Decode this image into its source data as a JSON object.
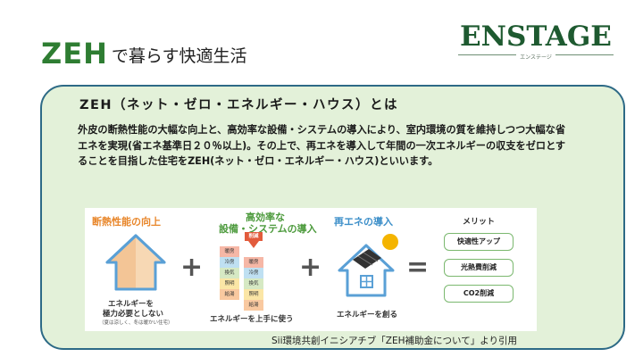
{
  "title": {
    "zeh": "ZEH",
    "rest": "で暮らす快適生活"
  },
  "logo": {
    "word": "ENSTAGE",
    "sub": "エンステージ"
  },
  "box": {
    "heading": "ZEH（ネット・ゼロ・エネルギー・ハウス）とは",
    "description": "外皮の断熱性能の大幅な向上と、高効率な設備・システムの導入により、室内環境の質を維持しつつ大幅な省エネを実現(省エネ基準日２０％以上)。その上で、再エネを導入して年間の一次エネルギーの収支をゼロとすることを目指した住宅をZEH(ネット・ゼロ・エネルギー・ハウス)といいます。"
  },
  "figure": {
    "insulation": {
      "heading": "断熱性能の向上",
      "caption_line1": "エネルギーを",
      "caption_line2": "極力必要としない",
      "note": "（夏は涼しく、冬は暖かい住宅）"
    },
    "equipment": {
      "heading_line1": "高効率な",
      "heading_line2": "設備・システムの導入",
      "caption": "エネルギーを上手に使う",
      "tag": "削減",
      "left_stack": [
        "暖房",
        "冷房",
        "換気",
        "照明",
        "給湯"
      ],
      "right_stack": [
        "暖房",
        "冷房",
        "換気",
        "照明",
        "給湯"
      ]
    },
    "renewable": {
      "heading": "再エネの導入",
      "caption": "エネルギーを創る"
    },
    "operators": {
      "plus": "+",
      "equals": "="
    },
    "merits": {
      "title": "メリット",
      "items": [
        "快適性アップ",
        "光熱費削減",
        "CO2削減"
      ]
    }
  },
  "citation": "Sii環境共創イニシアチブ「ZEH補助金について」より引用",
  "colors": {
    "brand_green": "#2e7d32",
    "panel_fill": "#e3f1d9",
    "panel_border": "#2d6a86",
    "orange": "#e8862a",
    "green_heading": "#4c9a3c",
    "blue_heading": "#3d8fc9"
  }
}
